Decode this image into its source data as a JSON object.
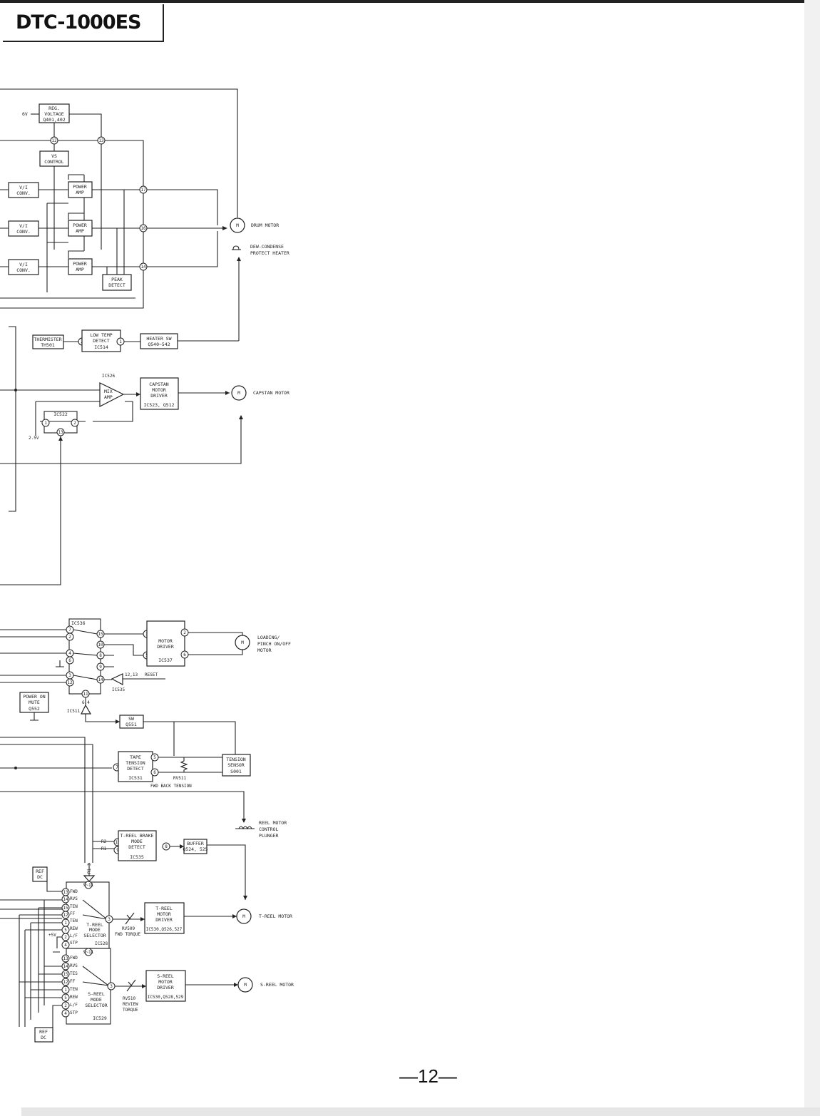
{
  "header": {
    "title": "DTC-1000ES"
  },
  "footer": {
    "page_number": "—12—"
  },
  "blocks": {
    "reg_voltage": [
      "REG.",
      "VOLTAGE",
      "Q401,402"
    ],
    "vs_control": [
      "VS",
      "CONTROL"
    ],
    "vi_conv": [
      "V/I",
      "CONV."
    ],
    "power_amp": [
      "POWER",
      "AMP"
    ],
    "peak_detect": [
      "PEAK",
      "DETECT"
    ],
    "thermister": [
      "THERMISTER",
      "TH501"
    ],
    "low_temp": [
      "LOW TEMP",
      "DETECT",
      "IC514"
    ],
    "heater_sw": [
      "HEATER SW",
      "Q540~542"
    ],
    "capstan_driver": [
      "CAPSTAN",
      "MOTOR",
      "DRIVER",
      "IC523, Q512"
    ],
    "mix_amp": [
      "MIX",
      "AMP"
    ],
    "ic522": "IC522",
    "ic526": "IC526",
    "ic536": "IC536",
    "motor_driver": [
      "MOTOR",
      "DRIVER",
      "IC537"
    ],
    "power_on_mute": [
      "POWER ON",
      "MUTE",
      "Q552"
    ],
    "ic511": "IC511",
    "ic535": "IC535",
    "sw551": [
      "SW",
      "Q551"
    ],
    "tape_tension": [
      "TAPE",
      "TENSION",
      "DETECT",
      "IC531"
    ],
    "tension_sensor": [
      "TENSION",
      "SENSOR",
      "S001"
    ],
    "t_reel_brake": [
      "T-REEL BRAKE",
      "MODE",
      "DETECT",
      "IC535"
    ],
    "buffer": [
      "BUFFER",
      "Q524, 525"
    ],
    "ref_dc": [
      "REF",
      "DC"
    ],
    "t_reel_driver": [
      "T-REEL",
      "MOTOR",
      "DRIVER",
      "IC530,Q526,527"
    ],
    "s_reel_driver": [
      "S-REEL",
      "MOTOR",
      "DRIVER",
      "IC530,Q528,529"
    ],
    "t_reel_selector": [
      "T-REEL",
      "MODE",
      "SELECTOR",
      "IC528"
    ],
    "s_reel_selector": [
      "S-REEL",
      "MODE",
      "SELECTOR",
      "IC529"
    ]
  },
  "motors": {
    "drum": "DRUM MOTOR",
    "dew": [
      "DEW-CONDENSE",
      "PROTECT HEATER"
    ],
    "capstan": "CAPSTAN MOTOR",
    "loading": [
      "LOADING/",
      "PINCH ON/OFF",
      "MOTOR"
    ],
    "plunger": [
      "REEL MOTOR",
      "CONTROL",
      "PLUNGER"
    ],
    "t_reel": "T-REEL MOTOR",
    "s_reel": "S-REEL MOTOR"
  },
  "labels": {
    "sixv": "6V",
    "v25": "2.5V",
    "reset": "RESET",
    "rv511": "RV511",
    "fwd_back_tension": "FWD BACK TENSION",
    "rv509": [
      "RV509",
      "FWD TORQUE"
    ],
    "rv510": [
      "RV510",
      "REVIEW",
      "TORQUE"
    ],
    "plus5v": "+5V",
    "pin_range_a": "9~11",
    "pin_range_b": "9~11",
    "r1_3": "R1~3",
    "r2": "R2",
    "r1": "R1",
    "six": "6.4",
    "mode_pins": [
      "FWD",
      "RVS",
      "TEN",
      "FF",
      "TEN",
      "REW",
      "L/F",
      "STP"
    ],
    "mode_pins_s": [
      "FWD",
      "RVS",
      "TES",
      "FF",
      "TEN",
      "REW",
      "L/F",
      "STP"
    ]
  }
}
